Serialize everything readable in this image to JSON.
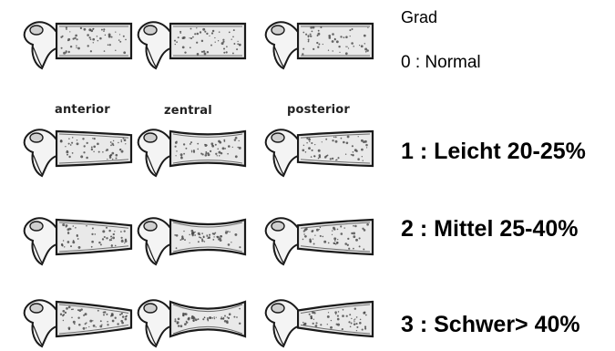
{
  "column_labels": [
    "anterior",
    "zentral",
    "posterior"
  ],
  "grades": {
    "title": "Grad",
    "items": [
      {
        "label": "0 : Normal"
      },
      {
        "label": "1 : Leicht 20-25%"
      },
      {
        "label": "2 : Mittel 25-40%"
      },
      {
        "label": "3 : Schwer> 40%"
      }
    ]
  },
  "figure": {
    "subject": "vertebra-lateral-view",
    "rows": [
      {
        "grade": 0,
        "types": [
          "anterior",
          "zentral",
          "posterior"
        ],
        "deformity": [
          0,
          0,
          0
        ]
      },
      {
        "grade": 1,
        "types": [
          "anterior",
          "zentral",
          "posterior"
        ],
        "deformity": [
          0.22,
          0.22,
          0.22
        ]
      },
      {
        "grade": 2,
        "types": [
          "anterior",
          "zentral",
          "posterior"
        ],
        "deformity": [
          0.33,
          0.33,
          0.33
        ]
      },
      {
        "grade": 3,
        "types": [
          "anterior",
          "zentral",
          "posterior"
        ],
        "deformity": [
          0.5,
          0.5,
          0.5
        ]
      }
    ],
    "colors": {
      "ink": "#1a1a1a",
      "body_fill": "#e9e9e9",
      "speckle": "#444444"
    }
  }
}
